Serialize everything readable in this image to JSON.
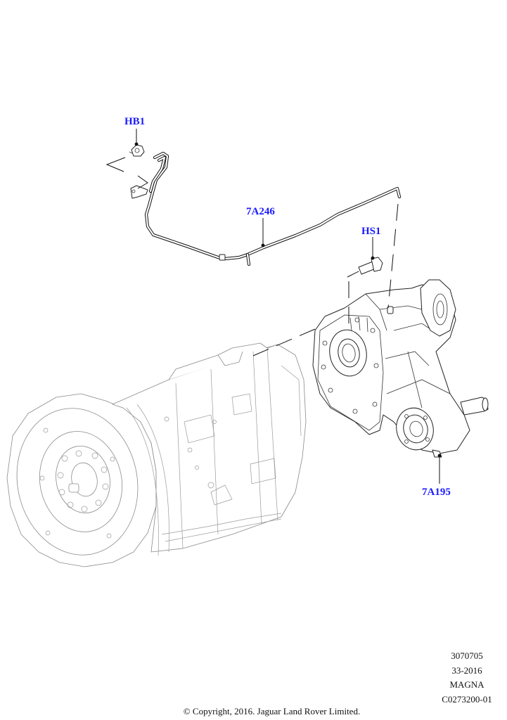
{
  "diagram": {
    "title": "Transfer Case (Magna)",
    "parts": [
      {
        "id": "HB1",
        "label": "HB1",
        "description": "bolt / clip"
      },
      {
        "id": "7A246",
        "label": "7A246",
        "description": "vent tube"
      },
      {
        "id": "HS1",
        "label": "HS1",
        "description": "screw / bolt"
      },
      {
        "id": "7A195",
        "label": "7A195",
        "description": "transfer case assembly"
      }
    ],
    "colors": {
      "callout_label": "#1a1aff",
      "line_art": "#222222",
      "background": "#ffffff"
    }
  },
  "meta": {
    "ref_number": "3070705",
    "date_code": "33-2016",
    "supplier": "MAGNA",
    "illustration_id": "C0273200-01"
  },
  "footer": {
    "copyright": "© Copyright, 2016. Jaguar Land Rover Limited."
  }
}
